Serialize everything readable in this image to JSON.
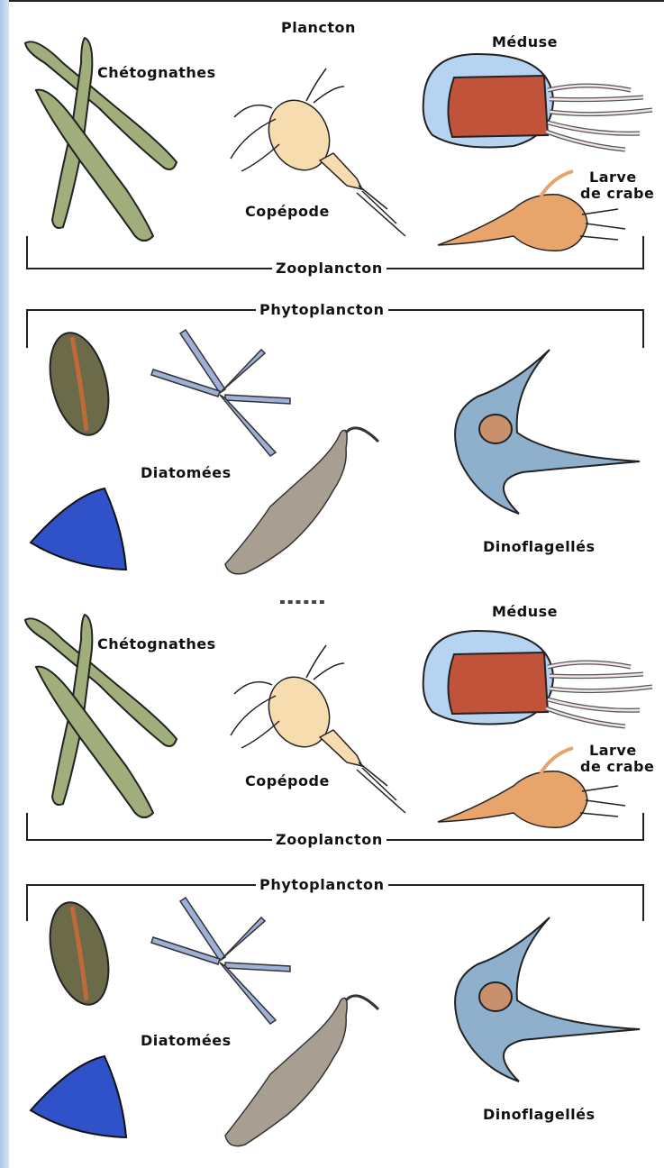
{
  "title": "Plancton",
  "sections": [
    {
      "bracket_label": "Zooplancton",
      "organisms": [
        {
          "label": "Chétognathes"
        },
        {
          "label": "Copépode"
        },
        {
          "label": "Méduse"
        },
        {
          "label_line1": "Larve",
          "label_line2": "de crabe"
        }
      ]
    },
    {
      "bracket_label": "Phytoplancton",
      "organisms": [
        {
          "label": "Diatomées"
        },
        {
          "label": "Dinoflagellés"
        }
      ]
    },
    {
      "bracket_label": "Zooplancton",
      "organisms": [
        {
          "label": "Chétognathes"
        },
        {
          "label": "Copépode"
        },
        {
          "label": "Méduse"
        },
        {
          "label_line1": "Larve",
          "label_line2": "de crabe"
        }
      ]
    },
    {
      "bracket_label": "Phytoplancton",
      "organisms": [
        {
          "label": "Diatomées"
        },
        {
          "label": "Dinoflagellés"
        }
      ]
    }
  ],
  "colors": {
    "chaetognath": "#9fae7a",
    "copepod": "#f6dcae",
    "jelly_bell": "#b7d3f2",
    "jelly_body": "#c0533a",
    "crab_larva": "#e7a56b",
    "diatom_pennate": "#6b6b4a",
    "diatom_triangle": "#2f52c8",
    "diatom_chain": "#9eb0d8",
    "dinoflagellate_large": "#a89f92",
    "dinoflagellate_horn": "#8fb0cc"
  }
}
